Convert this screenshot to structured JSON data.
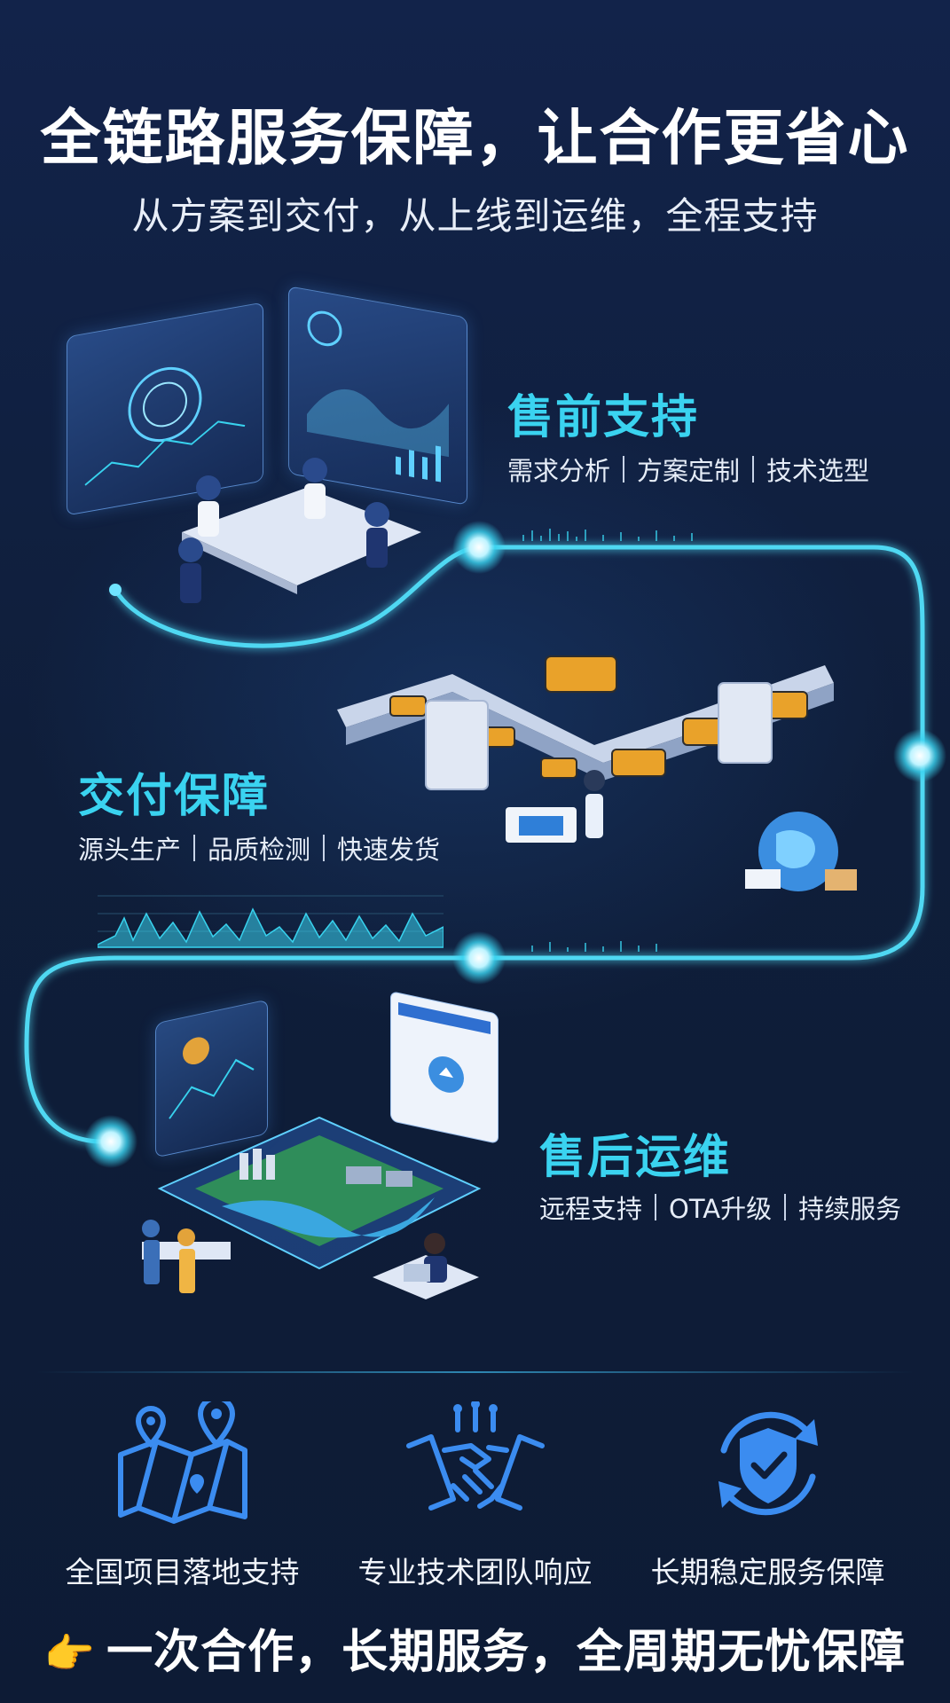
{
  "header": {
    "title": "全链路服务保障，让合作更省心",
    "subtitle": "从方案到交付，从上线到运维，全程支持"
  },
  "stages": [
    {
      "title": "售前支持",
      "points": [
        "需求分析",
        "方案定制",
        "技术选型"
      ]
    },
    {
      "title": "交付保障",
      "points": [
        "源头生产",
        "品质检测",
        "快速发货"
      ]
    },
    {
      "title": "售后运维",
      "points": [
        "远程支持",
        "OTA升级",
        "持续服务"
      ]
    }
  ],
  "features": [
    {
      "label": "全国项目落地支持",
      "icon": "map-pin-icon"
    },
    {
      "label": "专业技术团队响应",
      "icon": "handshake-icon"
    },
    {
      "label": "长期稳定服务保障",
      "icon": "shield-check-icon"
    }
  ],
  "footer": {
    "slogan": "一次合作，长期服务，全周期无忧保障",
    "slogan_icon": "pointing-hand-icon"
  },
  "colors": {
    "accent": "#3ad3f0",
    "background": "#0f1e3a",
    "icon_blue": "#3b8cf0"
  }
}
